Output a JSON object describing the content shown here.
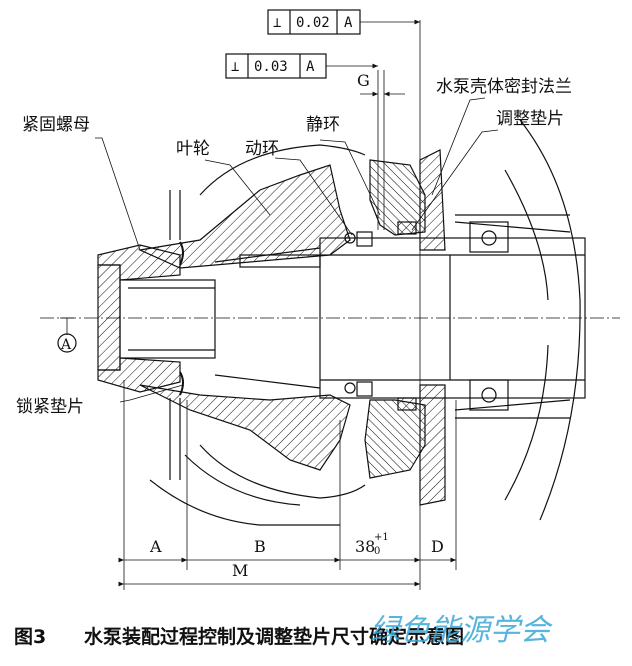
{
  "labels": {
    "lock_nut": "紧固螺母",
    "impeller": "叶轮",
    "rotating_ring": "动环",
    "static_ring": "静环",
    "housing_flange": "水泵壳体密封法兰",
    "shim": "调整垫片",
    "lock_washer": "锁紧垫片",
    "datum": "A",
    "gap": "G"
  },
  "tolerance_frames": [
    {
      "symbol": "⊥",
      "value": "0.02",
      "datum": "A"
    },
    {
      "symbol": "⊥",
      "value": "0.03",
      "datum": "A"
    }
  ],
  "dimensions": {
    "a": "A",
    "b": "B",
    "c_base": "38",
    "c_upper": "+1",
    "c_lower": "0",
    "d": "D",
    "m": "M"
  },
  "caption": {
    "figure_no": "图3",
    "text": "水泵装配过程控制及调整垫片尺寸确定示意图"
  },
  "watermark": "绿色能源学会"
}
